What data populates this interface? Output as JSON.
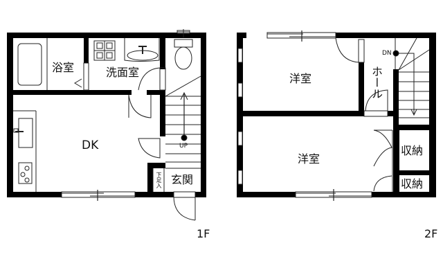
{
  "plan": {
    "floor1": {
      "label": "1F",
      "rooms": {
        "bath": "浴室",
        "washroom": "洗面室",
        "dk": "DK",
        "entrance": "玄関",
        "shoe_box": "下足入"
      },
      "stairs_label": "UP"
    },
    "floor2": {
      "label": "2F",
      "rooms": {
        "western_room_1": "洋室",
        "hall": "ホール",
        "western_room_2": "洋室",
        "storage_1": "収納",
        "storage_2": "収納"
      },
      "stairs_label": "DN"
    }
  },
  "colors": {
    "wall": "#000000",
    "line": "#222222",
    "background": "#ffffff"
  }
}
